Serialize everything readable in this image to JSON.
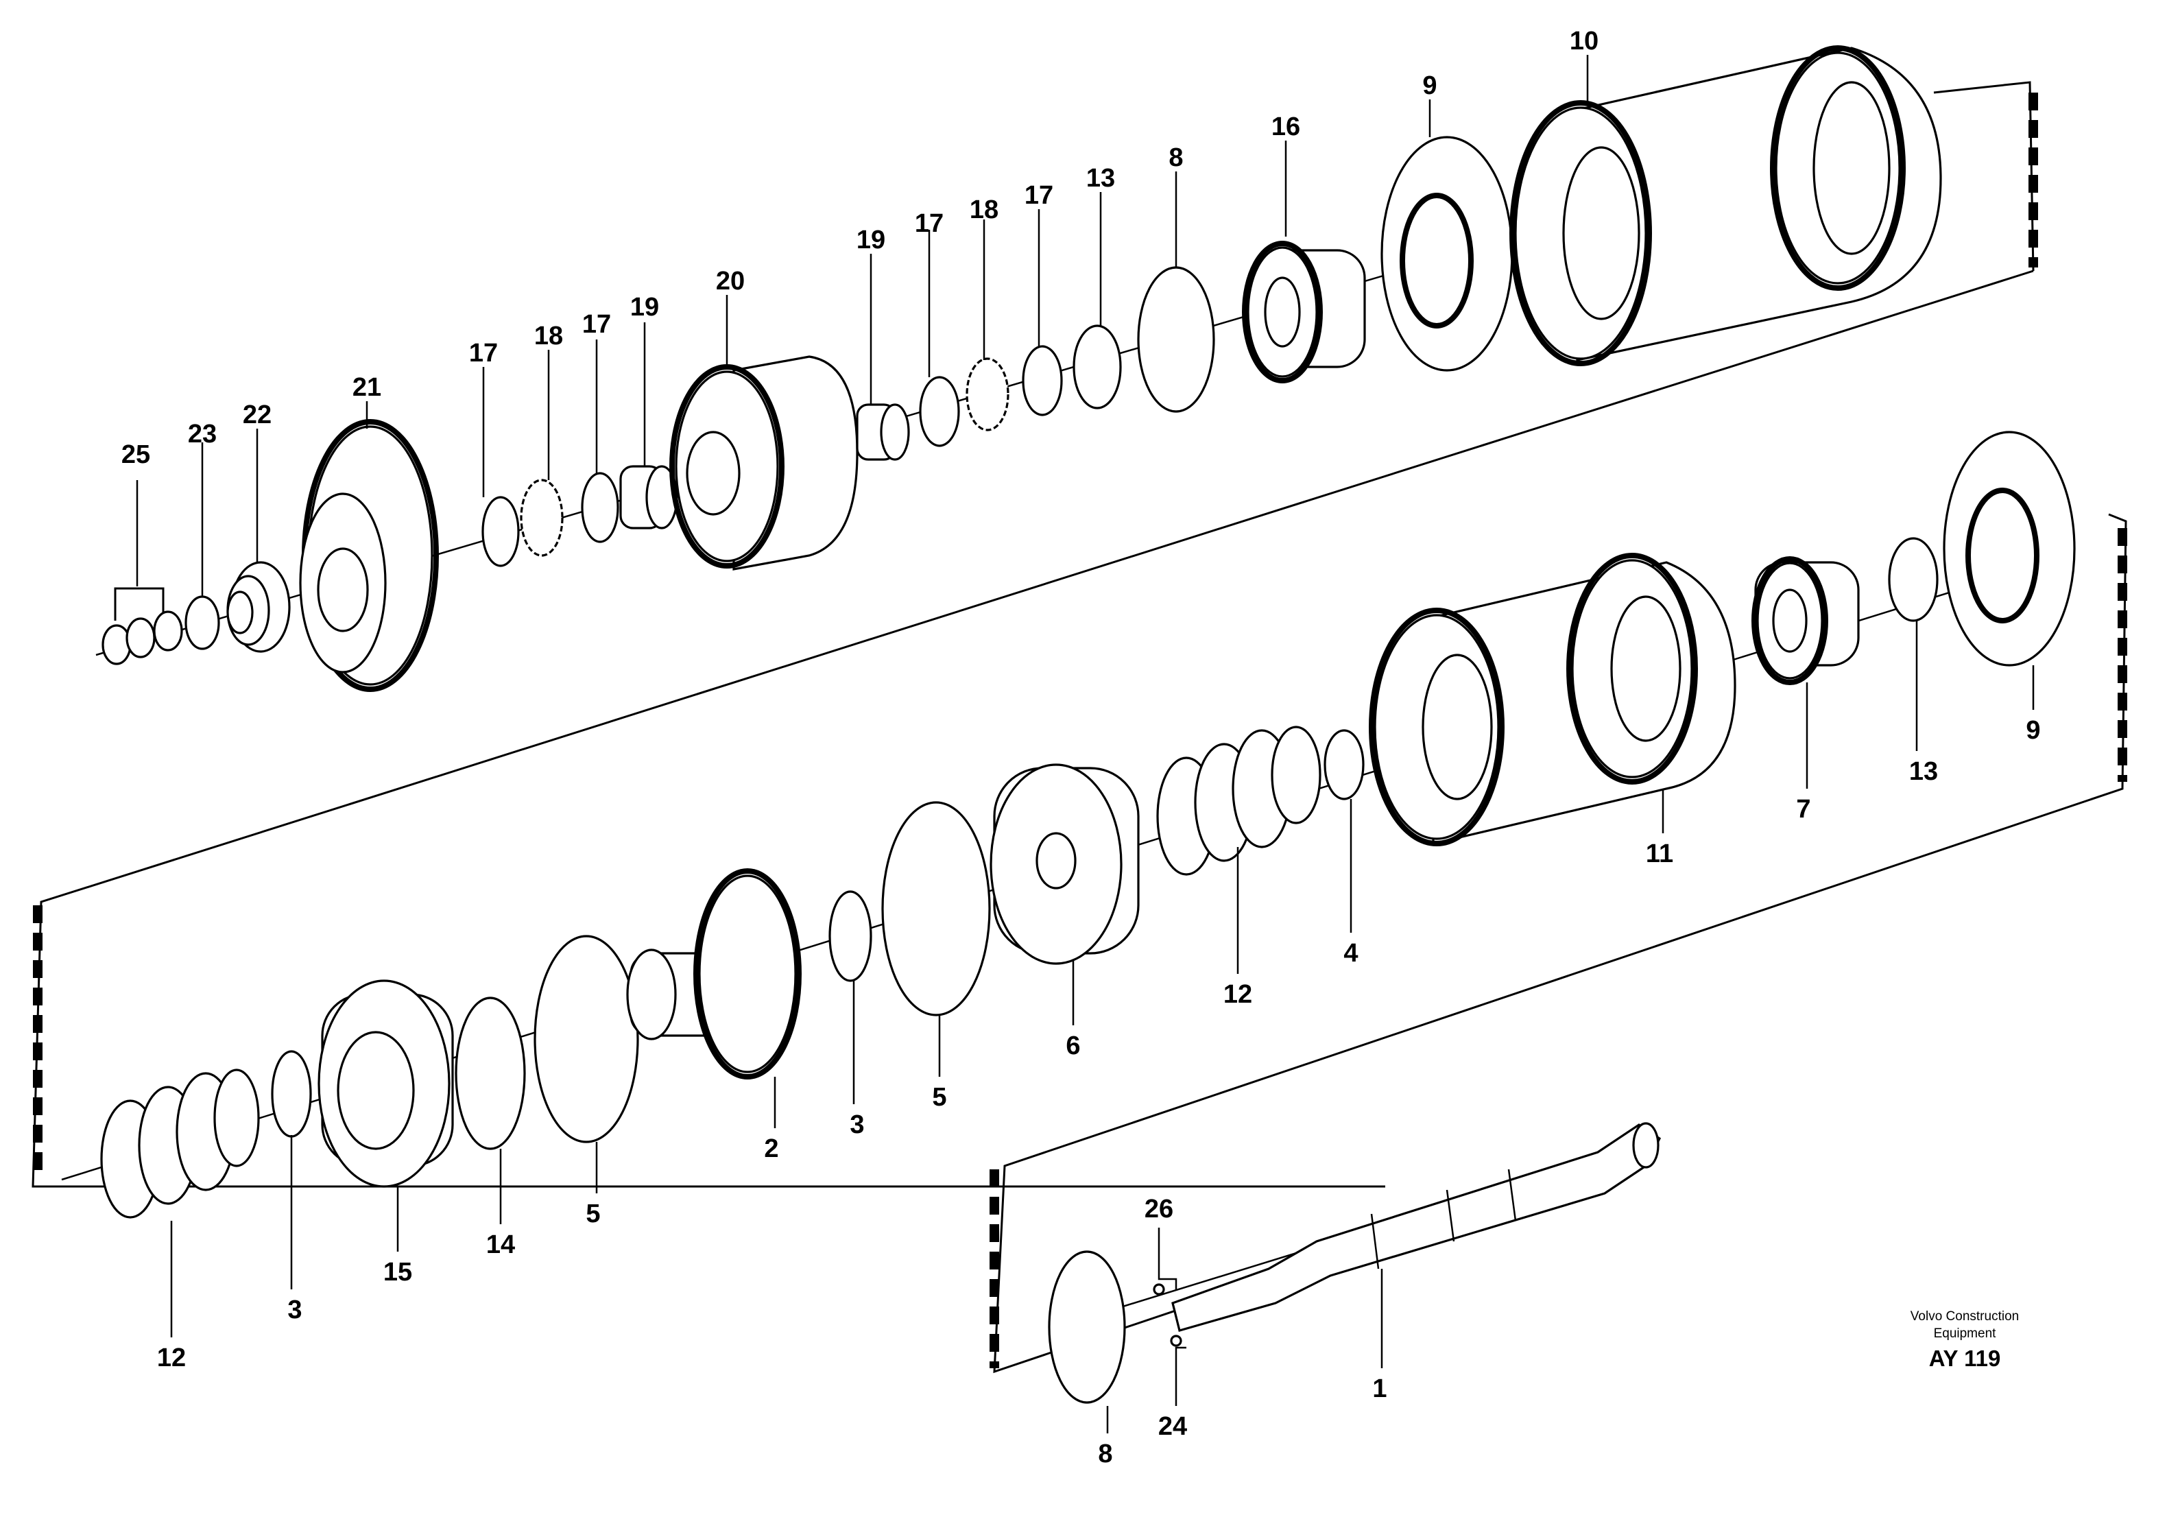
{
  "drawing": {
    "brand_line1": "Volvo Construction",
    "brand_line2": "Equipment",
    "code": "AY 119"
  },
  "callouts": {
    "c1": "1",
    "c2": "2",
    "c3a": "3",
    "c3b": "3",
    "c4": "4",
    "c5a": "5",
    "c5b": "5",
    "c6": "6",
    "c7": "7",
    "c8a": "8",
    "c8b": "8",
    "c9a": "9",
    "c9b": "9",
    "c10": "10",
    "c11": "11",
    "c12a": "12",
    "c12b": "12",
    "c13a": "13",
    "c13b": "13",
    "c14": "14",
    "c15": "15",
    "c16": "16",
    "c17a": "17",
    "c17b": "17",
    "c17c": "17",
    "c17d": "17",
    "c18a": "18",
    "c18b": "18",
    "c19a": "19",
    "c19b": "19",
    "c20": "20",
    "c21": "21",
    "c22": "22",
    "c23": "23",
    "c24": "24",
    "c25": "25",
    "c26": "26"
  }
}
